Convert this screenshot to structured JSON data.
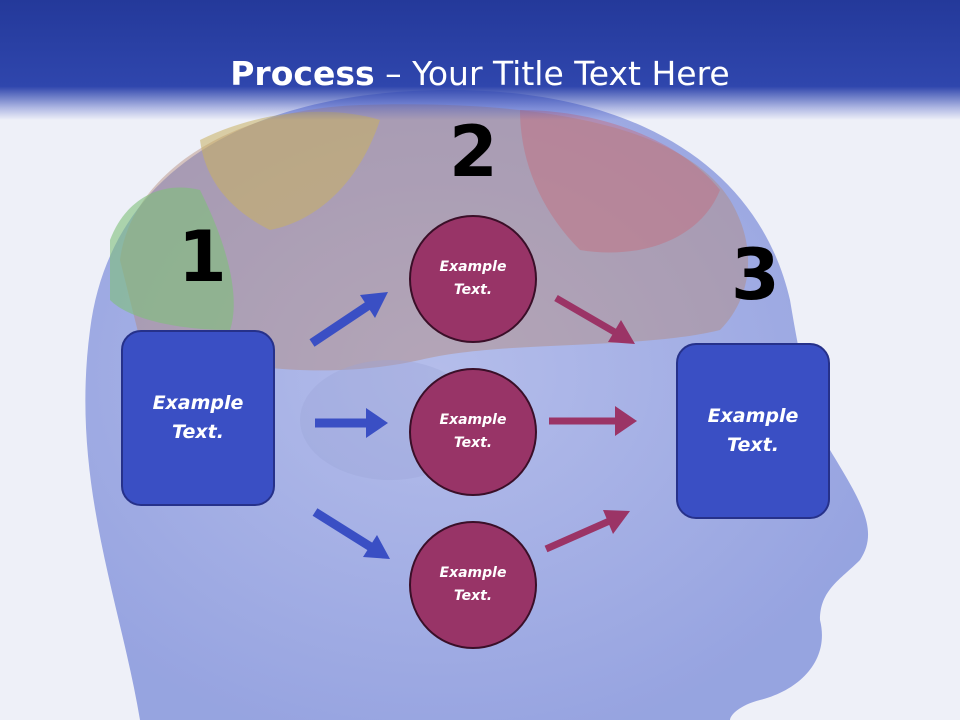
{
  "title": {
    "bold": "Process",
    "rest": " – Your Title Text Here"
  },
  "steps": {
    "one": "1",
    "two": "2",
    "three": "3"
  },
  "left_box": {
    "text": "Example\nText."
  },
  "right_box": {
    "text": "Example\nText."
  },
  "circles": [
    {
      "text": "Example\nText."
    },
    {
      "text": "Example\nText."
    },
    {
      "text": "Example\nText."
    }
  ],
  "colors": {
    "header": "#2f46ad",
    "box": "#3a4fc4",
    "circle": "#983467",
    "blue_arrow": "#3a4fc4",
    "red_arrow": "#9b3466"
  },
  "background_icon": "human-head-brain-image"
}
